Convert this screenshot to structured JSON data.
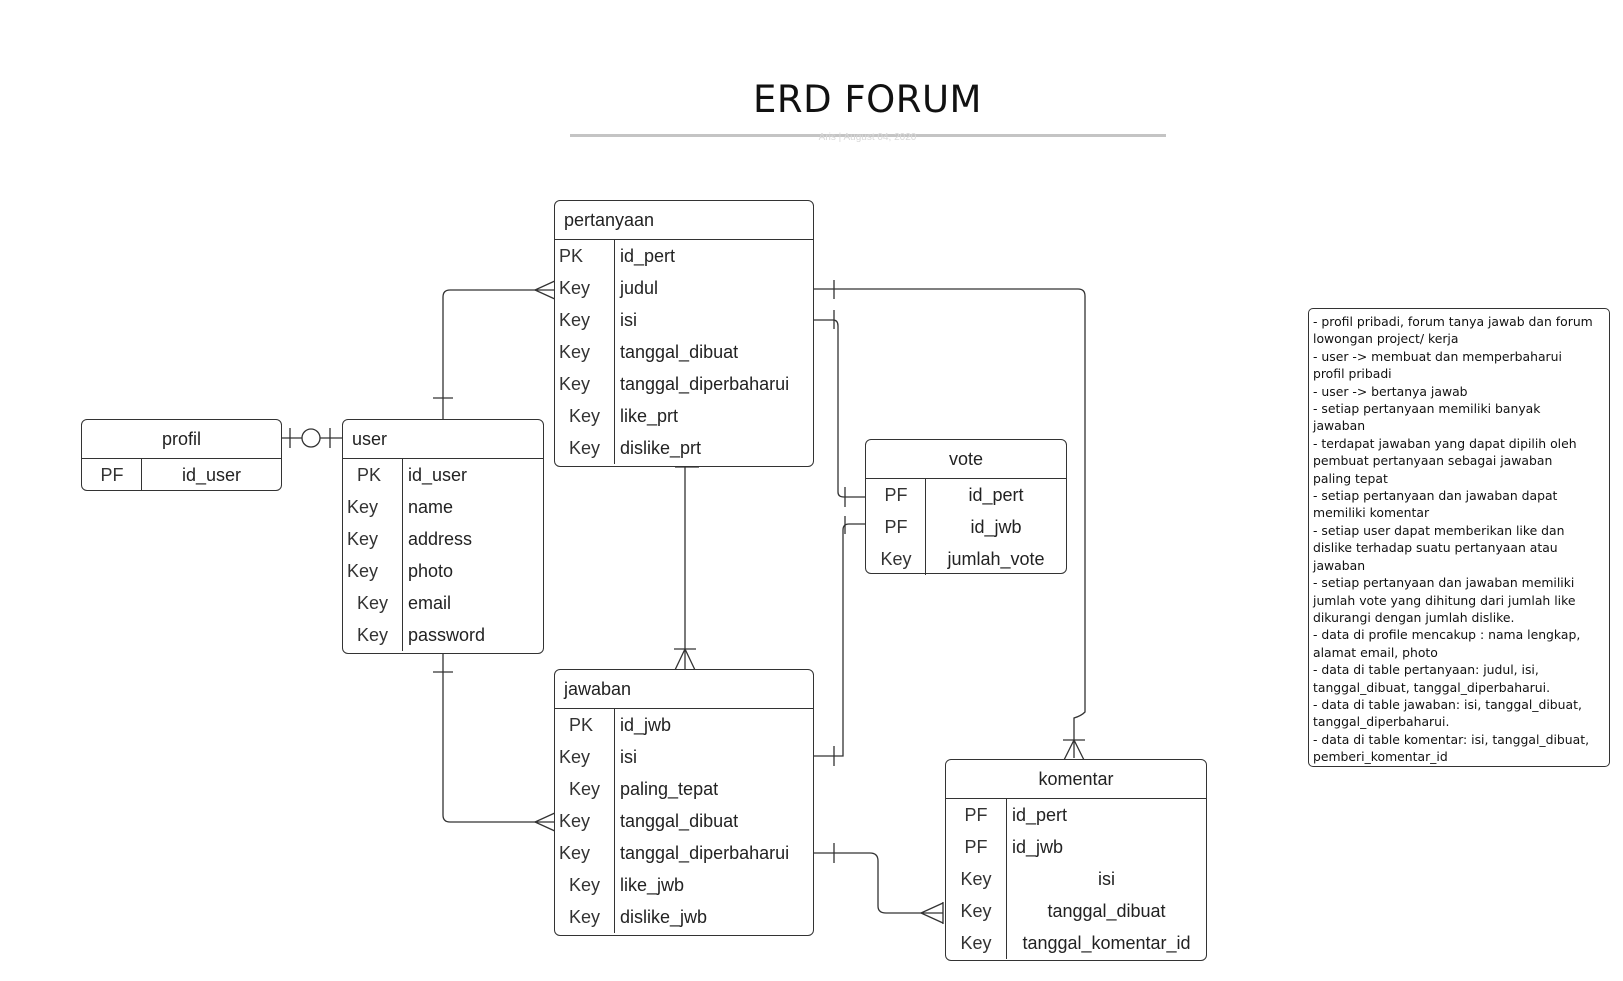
{
  "title": "ERD FORUM",
  "byline": "Aris  |  August 04, 2020",
  "entities": {
    "pertanyaan": {
      "name": "pertanyaan",
      "rows": [
        {
          "key": "PK",
          "field": "id_pert"
        },
        {
          "key": "Key",
          "field": "judul"
        },
        {
          "key": "Key",
          "field": "isi"
        },
        {
          "key": "Key",
          "field": "tanggal_dibuat"
        },
        {
          "key": "Key",
          "field": "tanggal_diperbaharui"
        },
        {
          "key": "Key",
          "field": "like_prt"
        },
        {
          "key": "Key",
          "field": "dislike_prt"
        }
      ]
    },
    "profil": {
      "name": "profil",
      "rows": [
        {
          "key": "PF",
          "field": "id_user"
        }
      ]
    },
    "user": {
      "name": "user",
      "rows": [
        {
          "key": "PK",
          "field": "id_user"
        },
        {
          "key": "Key",
          "field": "name"
        },
        {
          "key": "Key",
          "field": "address"
        },
        {
          "key": "Key",
          "field": "photo"
        },
        {
          "key": "Key",
          "field": "email"
        },
        {
          "key": "Key",
          "field": "password"
        }
      ]
    },
    "vote": {
      "name": "vote",
      "rows": [
        {
          "key": "PF",
          "field": "id_pert"
        },
        {
          "key": "PF",
          "field": "id_jwb"
        },
        {
          "key": "Key",
          "field": "jumlah_vote"
        }
      ]
    },
    "jawaban": {
      "name": "jawaban",
      "rows": [
        {
          "key": "PK",
          "field": "id_jwb"
        },
        {
          "key": "Key",
          "field": "isi"
        },
        {
          "key": "Key",
          "field": "paling_tepat"
        },
        {
          "key": "Key",
          "field": "tanggal_dibuat"
        },
        {
          "key": "Key",
          "field": "tanggal_diperbaharui"
        },
        {
          "key": "Key",
          "field": "like_jwb"
        },
        {
          "key": "Key",
          "field": "dislike_jwb"
        }
      ]
    },
    "komentar": {
      "name": "komentar",
      "rows": [
        {
          "key": "PF",
          "field": "id_pert"
        },
        {
          "key": "PF",
          "field": "id_jwb"
        },
        {
          "key": "Key",
          "field": "isi"
        },
        {
          "key": "Key",
          "field": "tanggal_dibuat"
        },
        {
          "key": "Key",
          "field": "tanggal_komentar_id"
        }
      ]
    }
  },
  "notes": [
    "- profil pribadi, forum tanya jawab dan forum",
    "lowongan project/ kerja",
    "-  user -> membuat dan memperbaharui",
    "profil pribadi",
    "- user -> bertanya jawab",
    "- setiap pertanyaan memiliki banyak",
    "jawaban",
    "- terdapat jawaban yang dapat dipilih oleh",
    "pembuat pertanyaan sebagai jawaban",
    "paling tepat",
    "- setiap pertanyaan dan jawaban dapat",
    "memiliki komentar",
    "- setiap user dapat memberikan like dan",
    "dislike terhadap suatu pertanyaan atau",
    "jawaban",
    "- setiap pertanyaan dan jawaban memiliki",
    "jumlah vote yang dihitung dari jumlah like",
    "dikurangi dengan jumlah dislike.",
    "- data di profile mencakup : nama lengkap,",
    "alamat email, photo",
    "- data di table pertanyaan: judul, isi,",
    "tanggal_dibuat, tanggal_diperbaharui.",
    "- data di table jawaban: isi, tanggal_dibuat,",
    "tanggal_diperbaharui.",
    "- data di table komentar: isi, tanggal_dibuat,",
    "pemberi_komentar_id"
  ]
}
